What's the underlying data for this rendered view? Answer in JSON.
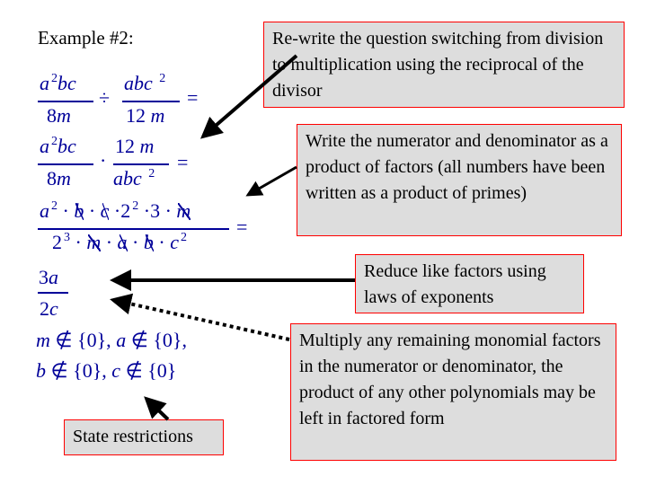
{
  "title": "Example #2:",
  "step1": {
    "num1_a": "a",
    "num1_exp": "2",
    "num1_b": "bc",
    "den1": "8",
    "den1_m": "m",
    "div": "÷",
    "num2": "abc",
    "num2_exp": "2",
    "den2": "12",
    "den2_m": "m",
    "eq": "="
  },
  "step2": {
    "num1_a": "a",
    "num1_exp": "2",
    "num1_b": "bc",
    "den1": "8",
    "den1_m": "m",
    "dot": "·",
    "num2": "12",
    "num2_m": "m",
    "den2": "abc",
    "den2_exp": "2",
    "eq": "="
  },
  "step3": {
    "num": [
      "a",
      "2",
      "·",
      "b",
      "·",
      "c",
      "·",
      "2",
      "2",
      "·",
      "3",
      "·",
      "m"
    ],
    "den": [
      "2",
      "3",
      "·",
      "m",
      "·",
      "a",
      "·",
      "b",
      "·",
      "c",
      "2"
    ],
    "eq": "="
  },
  "result": {
    "num_n": "3",
    "num_v": "a",
    "den_n": "2",
    "den_v": "c"
  },
  "restrictions": {
    "line1_v1": "m",
    "line1_t1": " ∉ {0}, ",
    "line1_v2": "a",
    "line1_t2": " ∉ {0},",
    "line2_v1": "b",
    "line2_t1": " ∉ {0}, ",
    "line2_v2": "c",
    "line2_t2": " ∉ {0}"
  },
  "notes": [
    "Re-write the question switching from division to multiplication using the reciprocal of the divisor",
    "Write the numerator and denominator as a product of factors (all numbers have been written as a product of primes)",
    "Reduce like factors using laws of exponents",
    "Multiply any remaining monomial factors in the numerator or denominator, the product of any other polynomials may be left in factored form",
    "State restrictions"
  ],
  "colors": {
    "math": "#000099",
    "box_fill": "#dddddd",
    "box_border": "#ff0000"
  }
}
